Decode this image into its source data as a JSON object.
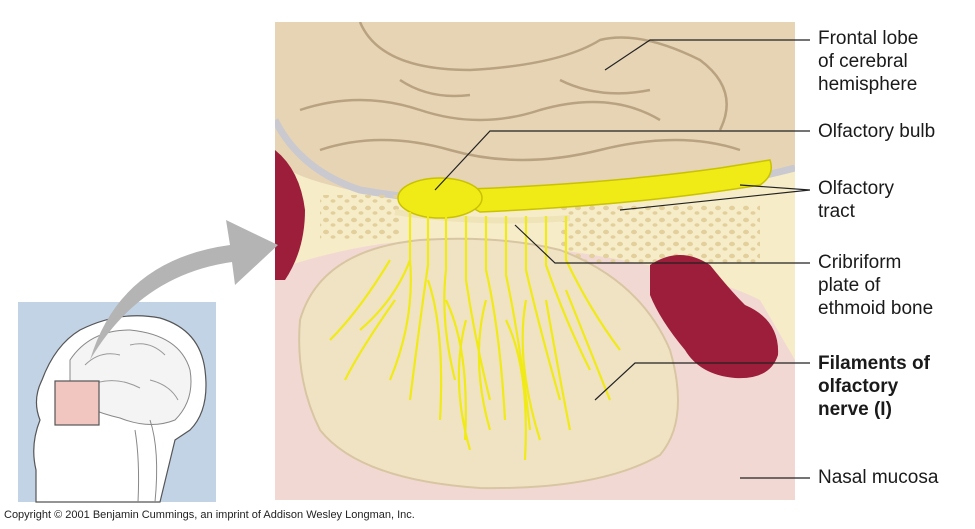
{
  "labels": {
    "frontal_lobe": "Frontal lobe\nof cerebral\nhemisphere",
    "olfactory_bulb": "Olfactory bulb",
    "olfactory_tract": "Olfactory\ntract",
    "cribriform_plate": "Cribriform\nplate of\nethmoid bone",
    "filaments": "Filaments of\nolfactory\nnerve (I)",
    "nasal_mucosa": "Nasal mucosa"
  },
  "copyright": "Copyright © 2001 Benjamin Cummings, an imprint of Addison Wesley Longman, Inc.",
  "colors": {
    "brain": "#e6d4b4",
    "gyri_line": "#b8a280",
    "bone": "#f6ecc8",
    "bone_dots": "#e2cf9c",
    "mucosa": "#f2d8d2",
    "nerve": "#f0ea16",
    "sinus": "#9c1e3a",
    "panel_bg": "#c3d3e6",
    "arrow": "#b4b4b4",
    "leader": "#222222"
  }
}
